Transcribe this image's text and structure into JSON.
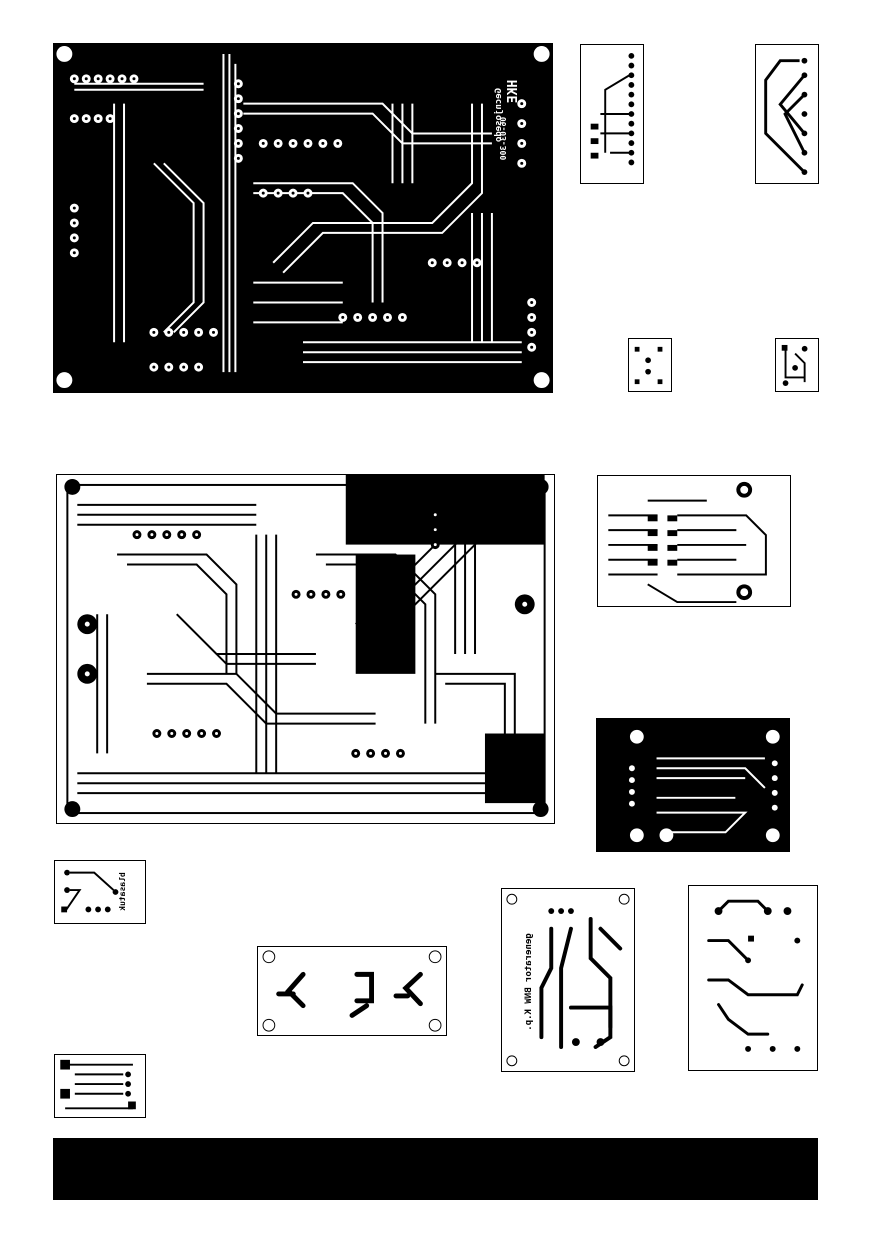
{
  "boards": {
    "main_top": {
      "label_brand": "HKE",
      "label_name": "Gecnjosedo",
      "label_code": "06-03-300"
    },
    "kb_small": {
      "label": "blasatuk"
    },
    "gen_board": {
      "label_a": "generator BNW K.p."
    }
  },
  "colors": {
    "copper": "#000000",
    "board": "#ffffff"
  }
}
